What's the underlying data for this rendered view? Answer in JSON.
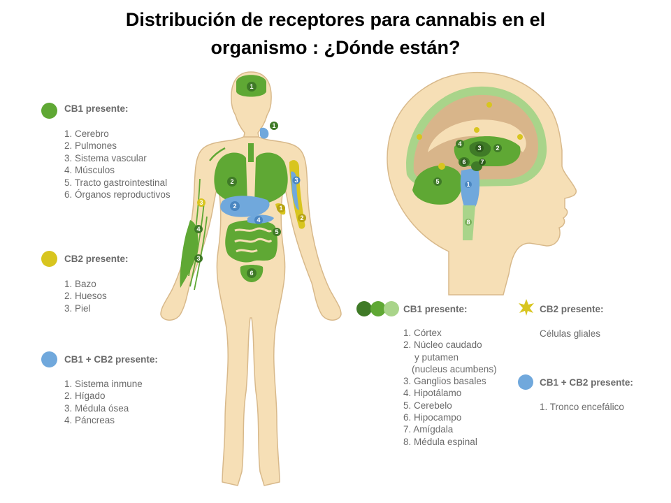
{
  "title": {
    "line1": "Distribución de receptores para cannabis en el",
    "line2": "organismo : ¿Dónde están?"
  },
  "colors": {
    "cb1": "#5fa834",
    "cb1_dark": "#3f7a27",
    "cb2": "#d8c51f",
    "both": "#70a8dc",
    "skin": "#f6dfb6",
    "outline": "#d8b98b",
    "brain_tan": "#d8b58a"
  },
  "left_legend": {
    "cb1": {
      "heading": "CB1 presente:",
      "items": [
        "1. Cerebro",
        "2. Pulmones",
        "3. Sistema vascular",
        "4. Músculos",
        "5. Tracto gastrointestinal",
        "6. Órganos reproductivos"
      ]
    },
    "cb2": {
      "heading": "CB2 presente:",
      "items": [
        "1. Bazo",
        "2. Huesos",
        "3. Piel"
      ]
    },
    "both": {
      "heading": "CB1 + CB2 presente:",
      "items": [
        "1. Sistema inmune",
        "2. Hígado",
        "3. Médula ósea",
        "4. Páncreas"
      ]
    }
  },
  "right_legend": {
    "cb1": {
      "heading": "CB1 presente:",
      "items": [
        "1. Córtex",
        "2. Núcleo caudado",
        "y putamen",
        "(nucleus acumbens)",
        "3. Ganglios basales",
        "4. Hipotálamo",
        "5. Cerebelo",
        "6. Hipocampo",
        "7. Amígdala",
        "8. Médula espinal"
      ]
    },
    "cb2": {
      "heading": "CB2 presente:",
      "items": [
        "Células gliales"
      ]
    },
    "both": {
      "heading": "CB1 + CB2 presente:",
      "items": [
        "1. Tronco encefálico"
      ]
    }
  },
  "body_markers": {
    "brain": "1",
    "blue_neck": "1",
    "lungs": "2",
    "liver": "2",
    "pancreas": "4",
    "vascular": "3",
    "muscle": "4",
    "gut": "5",
    "repro": "6",
    "spleen": "1",
    "bone": "2",
    "skin": "3",
    "marrow": "3"
  },
  "brain_markers": {
    "caudate": "2",
    "basal": "3",
    "hypothal": "4",
    "cerebellum": "5",
    "hippo": "6",
    "amygdala": "7",
    "spinal": "8",
    "brainstem": "1"
  },
  "icons": [
    "cb1-green-dot",
    "cb2-yellow-dot",
    "cb1-cb2-blue-dot",
    "glial-star-icon"
  ]
}
